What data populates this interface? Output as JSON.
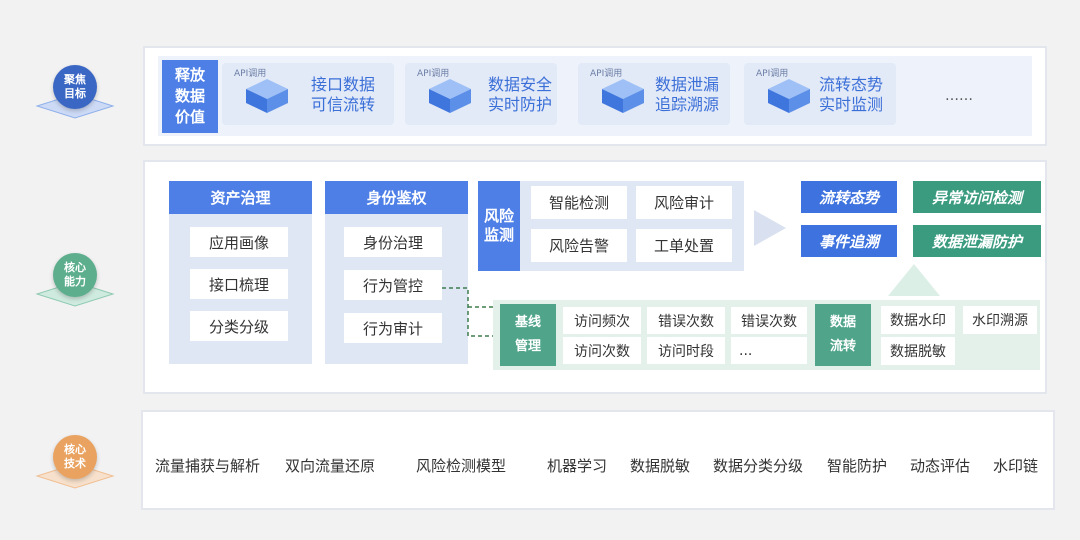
{
  "goals": {
    "badge": "聚焦\n目标",
    "release_value": "释放\n数据\n价值",
    "cards": [
      {
        "api": "API调用",
        "text": "接口数据\n可信流转"
      },
      {
        "api": "API调用",
        "text": "数据安全\n实时防护"
      },
      {
        "api": "API调用",
        "text": "数据泄漏\n追踪溯源"
      },
      {
        "api": "API调用",
        "text": "流转态势\n实时监测"
      }
    ],
    "more": "……"
  },
  "capability": {
    "badge": "核心\n能力",
    "asset": {
      "title": "资产治理",
      "items": [
        "应用画像",
        "接口梳理",
        "分类分级"
      ]
    },
    "identity": {
      "title": "身份鉴权",
      "items": [
        "身份治理",
        "行为管控",
        "行为审计"
      ]
    },
    "risk": {
      "title": "风险\n监测",
      "items": [
        "智能检测",
        "风险审计",
        "风险告警",
        "工单处置"
      ]
    },
    "outputs": [
      "流转态势",
      "异常访问检测",
      "事件追溯",
      "数据泄漏防护"
    ],
    "baseline": {
      "title": "基线\n管理",
      "items": [
        "访问频次",
        "错误次数",
        "错误次数",
        "访问次数",
        "访问时段",
        "..."
      ]
    },
    "flow": {
      "title": "数据\n流转",
      "items": [
        "数据水印",
        "水印溯源",
        "数据脱敏"
      ]
    }
  },
  "technology": {
    "badge": "核心\n技术",
    "items": [
      "流量捕获与解析",
      "双向流量还原",
      "风险检测模型",
      "机器学习",
      "数据脱敏",
      "数据分类分级",
      "智能防护",
      "动态评估",
      "水印链"
    ]
  },
  "colors": {
    "blue": "#4e7fe6",
    "teal": "#4fa48a",
    "orange": "#e9a25f",
    "navy": "#3a66c4",
    "green": "#5cae8d"
  }
}
